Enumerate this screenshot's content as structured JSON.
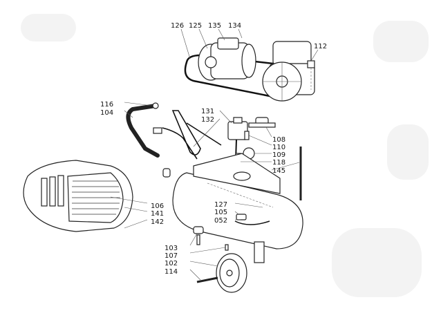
{
  "diagram": {
    "title": "Air compressor exploded parts view",
    "callouts": {
      "c126": "126",
      "c125": "125",
      "c135": "135",
      "c134": "134",
      "c112": "112",
      "c116": "116",
      "c104": "104",
      "c131": "131",
      "c132": "132",
      "c108": "108",
      "c110": "110",
      "c109": "109",
      "c118": "118",
      "c145": "145",
      "c106": "106",
      "c141": "141",
      "c142": "142",
      "c127": "127",
      "c105": "105",
      "c052": "052",
      "c103": "103",
      "c107": "107",
      "c102": "102",
      "c114": "114"
    }
  }
}
